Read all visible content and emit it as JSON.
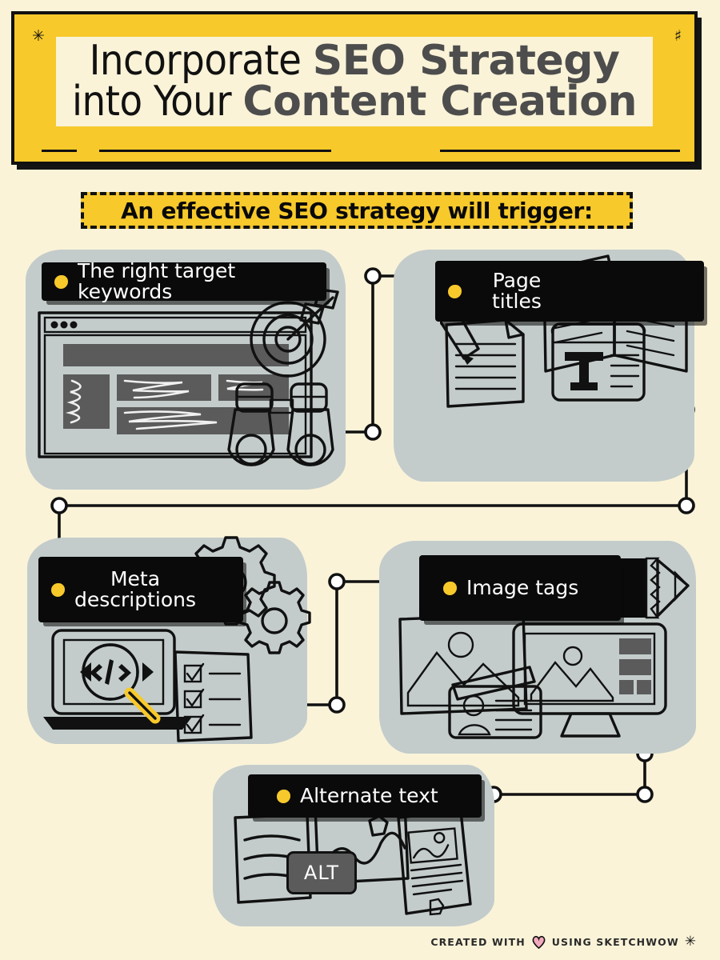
{
  "page": {
    "background_color": "#faf3d8",
    "accent_yellow": "#f7c92b",
    "ink_black": "#0a0a0a",
    "blob_gray": "#c3cccb",
    "title_gray": "#4d4d4d"
  },
  "title": {
    "line1_light": "Incorporate ",
    "line1_bold": "SEO Strategy",
    "line2_light": "into Your ",
    "line2_bold": "Content Creation",
    "corner_doodle_left": "✳",
    "corner_doodle_right": "♯"
  },
  "subtitle": {
    "text": "An effective SEO strategy will trigger:"
  },
  "cards": [
    {
      "id": "target-keywords",
      "label": "The right target keywords",
      "icons": [
        "browser-window-icon",
        "target-bullseye-icon",
        "binoculars-icon"
      ]
    },
    {
      "id": "page-titles",
      "label": "Page\ntitles",
      "icons": [
        "pencil-document-icon",
        "open-book-icon",
        "text-type-card-icon"
      ]
    },
    {
      "id": "meta-descriptions",
      "label": "Meta\ndescriptions",
      "icons": [
        "gear-icon",
        "laptop-code-magnifier-icon",
        "checklist-icon"
      ]
    },
    {
      "id": "image-tags",
      "label": "Image tags",
      "icons": [
        "pencil-icon",
        "photo-card-icon",
        "id-card-icon",
        "monitor-icon"
      ]
    },
    {
      "id": "alternate-text",
      "label": "Alternate text",
      "icons": [
        "text-card-icon",
        "photo-card-icon",
        "alt-badge-icon",
        "document-icon"
      ],
      "badge": "ALT"
    }
  ],
  "footer": {
    "prefix": "CREATED WITH",
    "suffix": "USING SKETCHWOW",
    "heart_color": "#f3a9bd",
    "star_doodle": "✳"
  }
}
